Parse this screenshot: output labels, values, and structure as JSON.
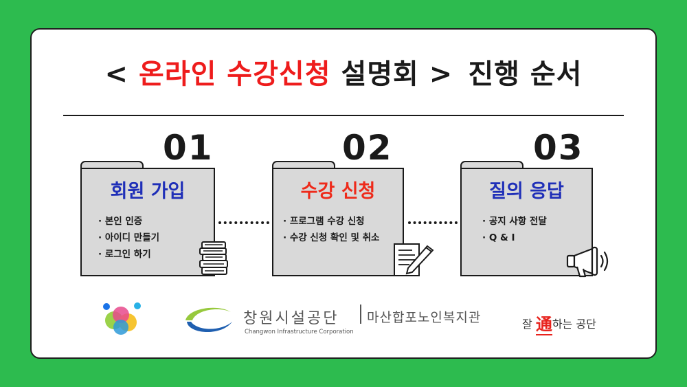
{
  "title": {
    "bracket_open": "<",
    "highlight": "온라인 수강신청",
    "rest": "설명회",
    "bracket_close": ">",
    "suffix": "진행 순서"
  },
  "steps": [
    {
      "number": "01",
      "title": "회원 가입",
      "items": [
        "본인 인증",
        "아이디 만들기",
        "로그인 하기"
      ],
      "title_color": "#1f2fb8",
      "icon": "books-icon"
    },
    {
      "number": "02",
      "title": "수강 신청",
      "items": [
        "프로그램  수강 신청",
        "수강 신청 확인 및 취소"
      ],
      "title_color": "#ee2a1a",
      "icon": "document-pen-icon"
    },
    {
      "number": "03",
      "title": "질의 응답",
      "items": [
        "공지 사항 전달",
        "Q & I"
      ],
      "title_color": "#1f2fb8",
      "icon": "megaphone-icon"
    }
  ],
  "footer": {
    "org_name": "창원시설공단",
    "org_sub": "마산합포노인복지관",
    "org_english": "Changwon Infrastructure Corporation",
    "slogan_pre": "잘",
    "slogan_hanja": "通",
    "slogan_post": "하는 공단"
  },
  "colors": {
    "background": "#2dbb4f",
    "accent_red": "#ee1c1c",
    "accent_blue": "#1f2fb8",
    "folder_gray": "#d9d9d9"
  }
}
